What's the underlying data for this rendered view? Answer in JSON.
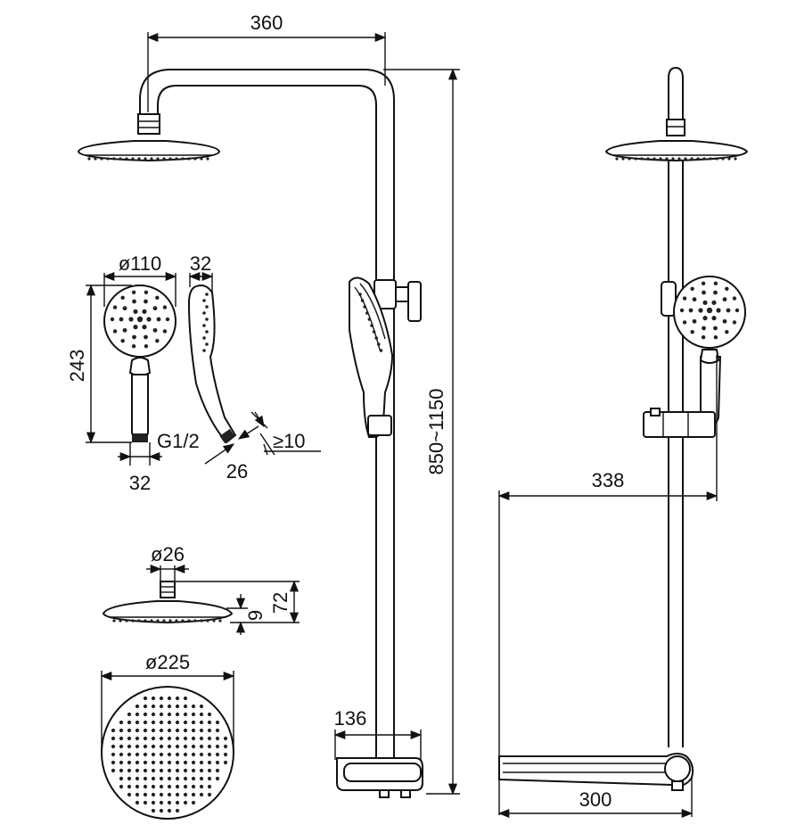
{
  "dimensions": {
    "arm_reach": "360",
    "height_range": "850~1150",
    "hand_shower_width": "ø110",
    "hand_shower_depth": "32",
    "hand_shower_length": "243",
    "hand_shower_thread": "G1/2",
    "hand_shower_base": "32",
    "hand_shower_neck": "26",
    "hand_shower_min": "≥10",
    "head_connector": "ø26",
    "head_thickness": "9",
    "head_height": "72",
    "head_diameter": "ø225",
    "mixer_width": "136",
    "side_projection": "338",
    "shelf_length": "300"
  }
}
